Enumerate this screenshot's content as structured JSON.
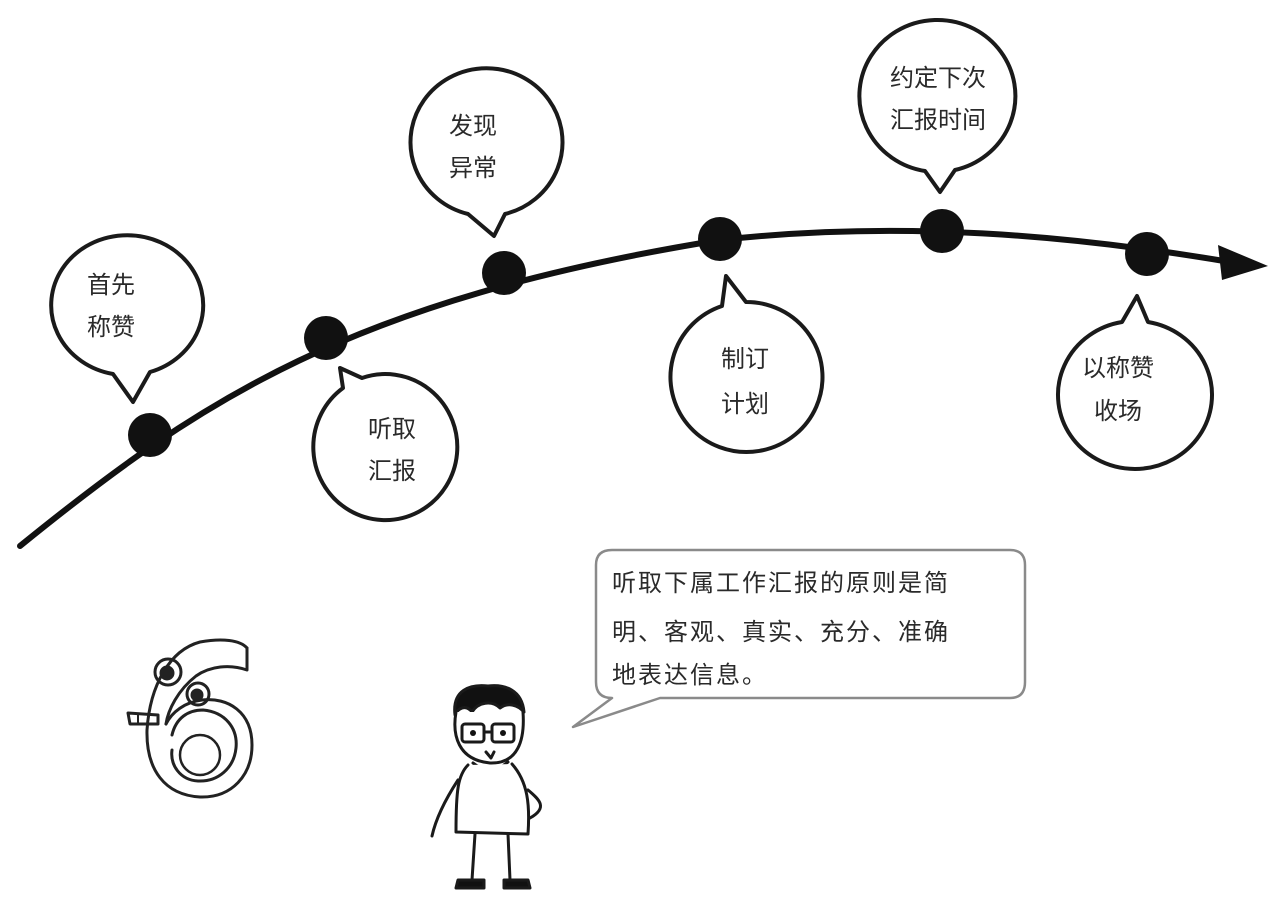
{
  "diagram": {
    "steps": [
      {
        "lines": [
          "首先",
          "称赞"
        ]
      },
      {
        "lines": [
          "听取",
          "汇报"
        ]
      },
      {
        "lines": [
          "发现",
          "异常"
        ]
      },
      {
        "lines": [
          "制订",
          "计划"
        ]
      },
      {
        "lines": [
          "约定下次",
          "汇报时间"
        ]
      },
      {
        "lines": [
          "以称赞",
          "收场"
        ]
      }
    ],
    "speech": {
      "lines": [
        "听取下属工作汇报的原则是简",
        "明、客观、真实、充分、准确",
        "地表达信息。"
      ]
    },
    "number_mascot": "6"
  },
  "colors": {
    "line": "#111111",
    "node": "#111111",
    "bubble_stroke": "#1a1a1a",
    "bubble_fill": "#ffffff",
    "speech_stroke": "#8a8a8a",
    "text": "#2a2a2a"
  }
}
